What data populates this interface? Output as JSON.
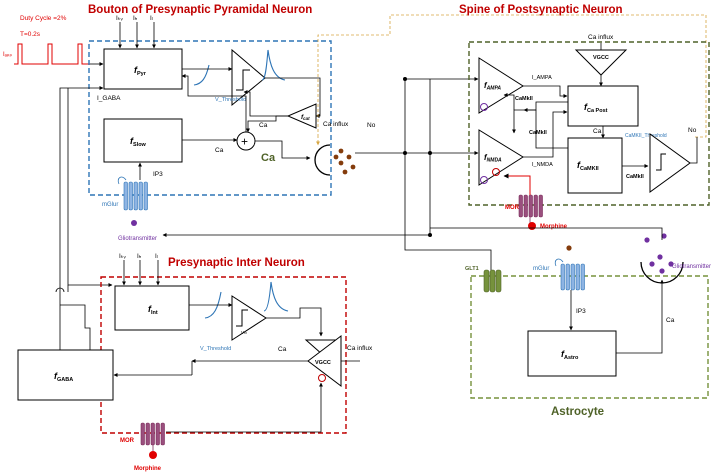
{
  "titles": {
    "bouton": "Bouton of Presynaptic Pyramidal Neuron",
    "spine": "Spine of Postsynaptic Neuron",
    "inter": "Presynaptic Inter Neuron",
    "astrocyte": "Astrocyte",
    "ca_region": "Ca"
  },
  "stimulus": {
    "duty_cycle": "Duty Cycle =2%",
    "period": "T=0.2s",
    "i_app": "Iₐₚₚ"
  },
  "blocks": {
    "f_pyr": "f",
    "f_pyr_sub": "Pyr",
    "f_slow": "f",
    "f_slow_sub": "Slow",
    "f_int": "f",
    "f_int_sub": "Int",
    "f_gaba": "f",
    "f_gaba_sub": "GABA",
    "f_ampa": "f",
    "f_ampa_sub": "AMPA",
    "f_nmda": "f",
    "f_nmda_sub": "NMDA",
    "f_capost": "f",
    "f_capost_sub": "Ca Post",
    "f_camkii": "f",
    "f_camkii_sub": "CaMKII",
    "f_astro": "f",
    "f_astro_sub": "Astro",
    "f_cat": "f",
    "f_cat_sub": "cat"
  },
  "labels": {
    "i_kv": "Iₖᵥ",
    "i_h": "Iₕ",
    "i_l": "Iₗ",
    "i_gaba": "I_GABA",
    "v_threshold_1": "V_Threshold",
    "v_threshold_2": "V_Threshold",
    "v_th_small": "Vₜₕ",
    "ca_influx_1": "Ca influx",
    "ca_influx_2": "Ca influx",
    "ca_influx_3": "Ca influx",
    "ca_1": "Ca",
    "ca_2": "Ca",
    "ca_3": "Ca",
    "ca_4": "Ca",
    "ca_5": "Ca",
    "no_1": "No",
    "no_2": "No",
    "ip3_1": "IP3",
    "ip3_2": "IP3",
    "mglur_1": "mGlur",
    "mglur_2": "mGlur",
    "gliotransmitter_1": "Gliotransmitter",
    "gliotransmitter_2": "Gliotransmitter",
    "i_ampa": "I_AMPA",
    "i_nmda": "I_NMDA",
    "camkii_1": "CaMkII",
    "camkii_2": "CaMkII",
    "camkii_3": "CaMkII",
    "camkii_threshold": "CaMKII_Threshold",
    "vgcc_1": "VGCC",
    "vgcc_2": "VGCC",
    "mor_1": "MOR",
    "mor_2": "MOR",
    "morphine_1": "Morphine",
    "morphine_2": "Morphine",
    "glt1": "GLT1",
    "plus": "+"
  },
  "colors": {
    "bouton_title": "#c00000",
    "spine_title": "#c00000",
    "inter_title": "#c00000",
    "astro_title": "#4f6228",
    "bouton_box": "#2e75b6",
    "inter_box": "#c00000",
    "spine_box": "#4f6228",
    "astro_box": "#76923c",
    "feedback_dash": "#d6a541",
    "receptor": "#8eb4e3",
    "mor_receptor": "#7b2c5a",
    "glt1": "#4f6228",
    "morphine": "#e00000",
    "vesicle": "#843c0c",
    "gliotransmitter": "#7030a0",
    "ca_label": "#4f6228",
    "threshold_text": "#2e75b6",
    "stimulus": "#e00000"
  }
}
